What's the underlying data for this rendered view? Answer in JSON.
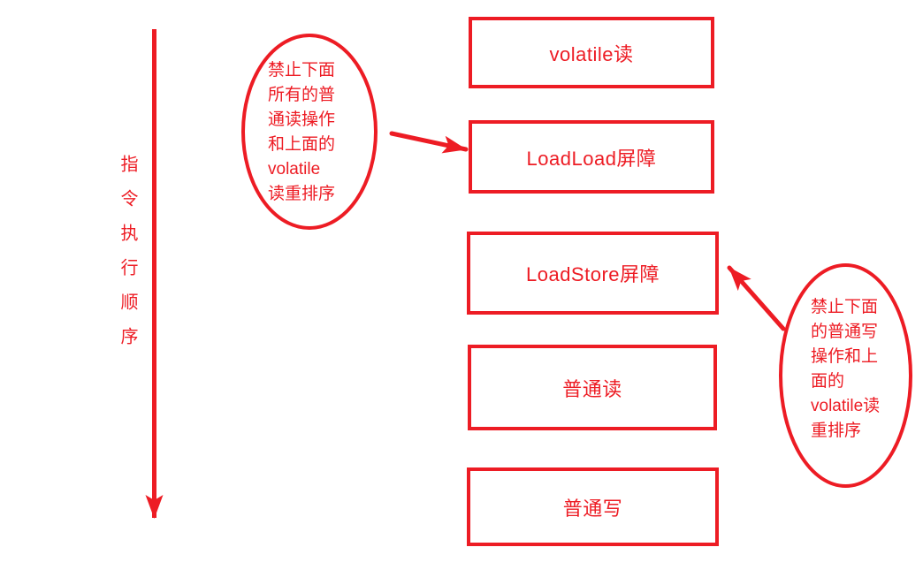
{
  "colors": {
    "accent": "#ED1C24",
    "background": "#FFFFFF"
  },
  "axis": {
    "label": "指令执行顺序",
    "direction": "top-to-bottom"
  },
  "boxes": [
    {
      "label": "volatile读"
    },
    {
      "label": "LoadLoad屏障"
    },
    {
      "label": "LoadStore屏障"
    },
    {
      "label": "普通读"
    },
    {
      "label": "普通写"
    }
  ],
  "callouts": [
    {
      "text": "禁止下面\n所有的普\n通读操作\n和上面的\nvolatile\n读重排序",
      "target": "LoadLoad屏障"
    },
    {
      "text": "禁止下面\n的普通写\n操作和上\n面的\nvolatile读\n重排序",
      "target": "LoadStore屏障"
    }
  ]
}
